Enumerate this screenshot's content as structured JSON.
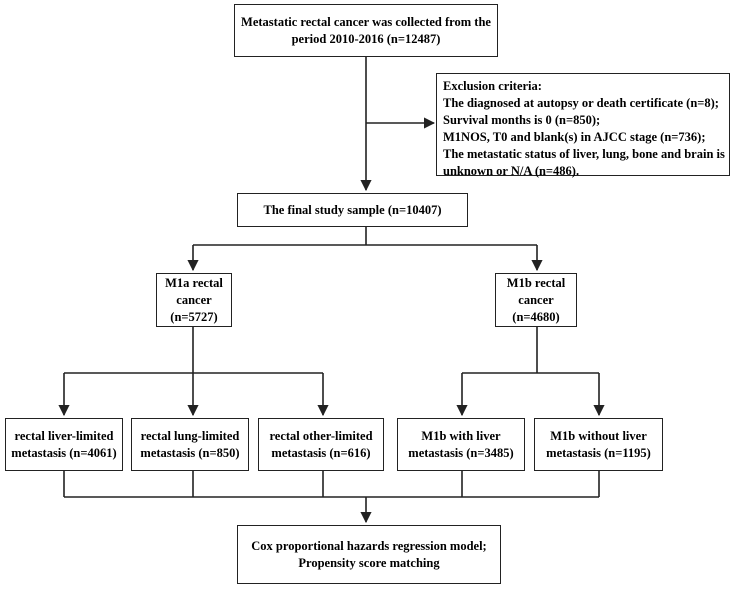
{
  "nodes": {
    "collected": [
      "Metastatic rectal cancer was collected from the",
      "period 2010-2016 (n=12487)"
    ],
    "exclusion": [
      "Exclusion criteria:",
      "The diagnosed at autopsy or death certificate (n=8);",
      "Survival months is 0 (n=850);",
      "M1NOS, T0 and blank(s) in AJCC stage (n=736);",
      "The metastatic status of liver, lung, bone and brain is",
      "unknown or N/A (n=486)."
    ],
    "final": [
      "The final study sample (n=10407)"
    ],
    "m1a": [
      "M1a rectal",
      "cancer",
      "(n=5727)"
    ],
    "m1b": [
      "M1b rectal",
      "cancer",
      "(n=4680)"
    ],
    "liver_limited": [
      "rectal liver-limited",
      "metastasis (n=4061)"
    ],
    "lung_limited": [
      "rectal lung-limited",
      "metastasis (n=850)"
    ],
    "other_limited": [
      "rectal other-limited",
      "metastasis (n=616)"
    ],
    "with_liver": [
      "M1b with liver",
      "metastasis (n=3485)"
    ],
    "without_liver": [
      "M1b without liver",
      "metastasis (n=1195)"
    ],
    "cox": [
      "Cox proportional hazards regression model;",
      "Propensity score matching"
    ]
  }
}
